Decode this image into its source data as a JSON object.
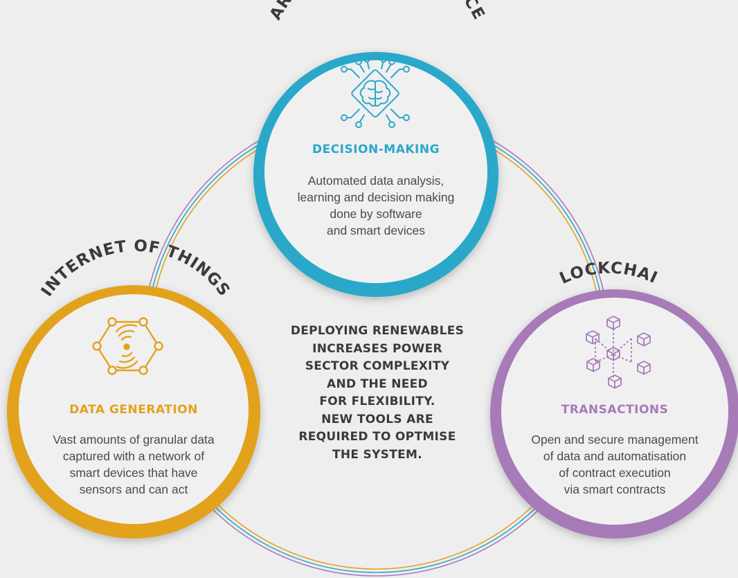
{
  "colors": {
    "background": "#eeeeef",
    "ai": "#2aa8c9",
    "iot": "#e2a21d",
    "blockchain": "#a77ab8",
    "text": "#3a3a3c"
  },
  "center_text": [
    "DEPLOYING RENEWABLES",
    "INCREASES POWER",
    "SECTOR COMPLEXITY",
    "AND THE NEED",
    "FOR FLEXIBILITY.",
    "NEW TOOLS ARE",
    "REQUIRED TO OPTMISE",
    "THE SYSTEM."
  ],
  "nodes": {
    "ai": {
      "label": "ARTIFICIAL INTELLIGENCE",
      "icon": "brain-chip-icon",
      "title": "DECISION-MAKING",
      "description": [
        "Automated data analysis,",
        "learning and decision making",
        "done by software",
        "and smart devices"
      ]
    },
    "iot": {
      "label": "INTERNET OF THINGS",
      "icon": "sensor-network-icon",
      "title": "DATA GENERATION",
      "description": [
        "Vast amounts of granular data",
        "captured with a network of",
        "smart devices that have",
        "sensors and can act"
      ]
    },
    "blockchain": {
      "label": "BLOCKCHAIN",
      "icon": "blockchain-cubes-icon",
      "title": "TRANSACTIONS",
      "description": [
        "Open and secure management",
        "of data and automatisation",
        "of contract execution",
        "via smart contracts"
      ]
    }
  }
}
